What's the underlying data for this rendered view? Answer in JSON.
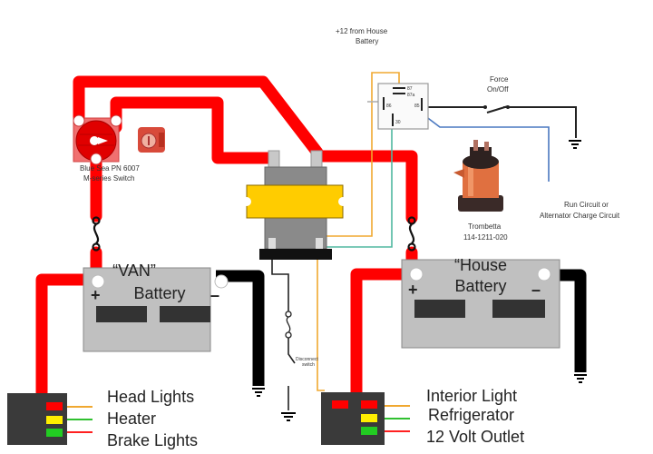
{
  "diagram": {
    "type": "wiring-diagram",
    "colors": {
      "positive_cable": "#ff0000",
      "negative_cable": "#000000",
      "battery_body": "#c0c0c0",
      "fuse_panel": "#3a3a3a",
      "isolator_yellow": "#ffcc00",
      "wire_orange": "#f0a830",
      "wire_green": "#40b060",
      "wire_teal": "#50b8a0",
      "wire_blue": "#4a78c0"
    },
    "labels": {
      "house_feed": [
        "+12 from House",
        "Battery"
      ],
      "force_switch": [
        "Force",
        "On/Off"
      ],
      "battery_switch": [
        "Blue Sea PN 6007",
        "M-series Switch"
      ],
      "solenoid": [
        "Trombetta",
        "114-1211-020"
      ],
      "run_circuit": [
        "Run Circuit or",
        "Alternator Charge Circuit"
      ],
      "disconnect": [
        "Disconnect",
        "switch"
      ]
    },
    "relay_pins": [
      "87",
      "87a",
      "86",
      "85",
      "30"
    ],
    "van_battery": {
      "title_line1": "“VAN”",
      "title_line2": "Battery",
      "plus": "+",
      "minus": "–"
    },
    "house_battery": {
      "title_line1": "“House",
      "title_line2": "Battery",
      "plus": "+",
      "minus": "–"
    },
    "van_loads": [
      "Head Lights",
      "Heater",
      "Brake Lights"
    ],
    "house_loads": [
      "Interior Light",
      "Refrigerator",
      "12 Volt Outlet"
    ]
  }
}
